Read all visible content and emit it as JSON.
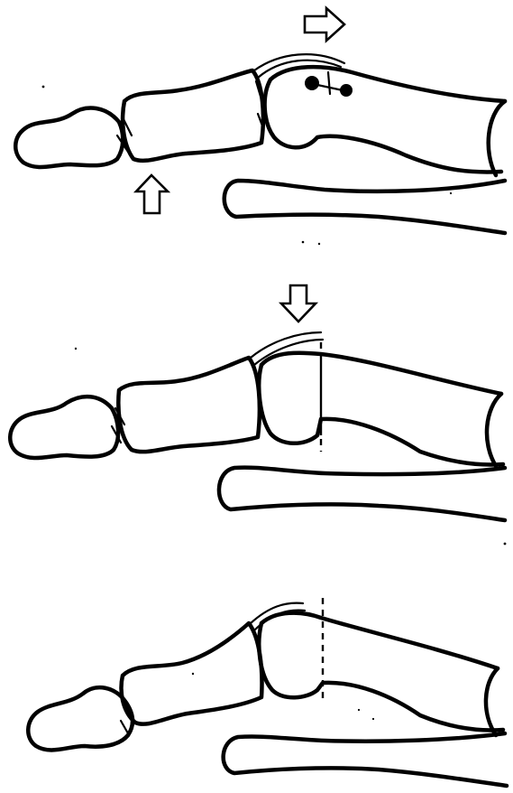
{
  "figure": {
    "panels": [
      {
        "id": "panel-1"
      },
      {
        "id": "panel-2"
      },
      {
        "id": "panel-3"
      }
    ]
  }
}
